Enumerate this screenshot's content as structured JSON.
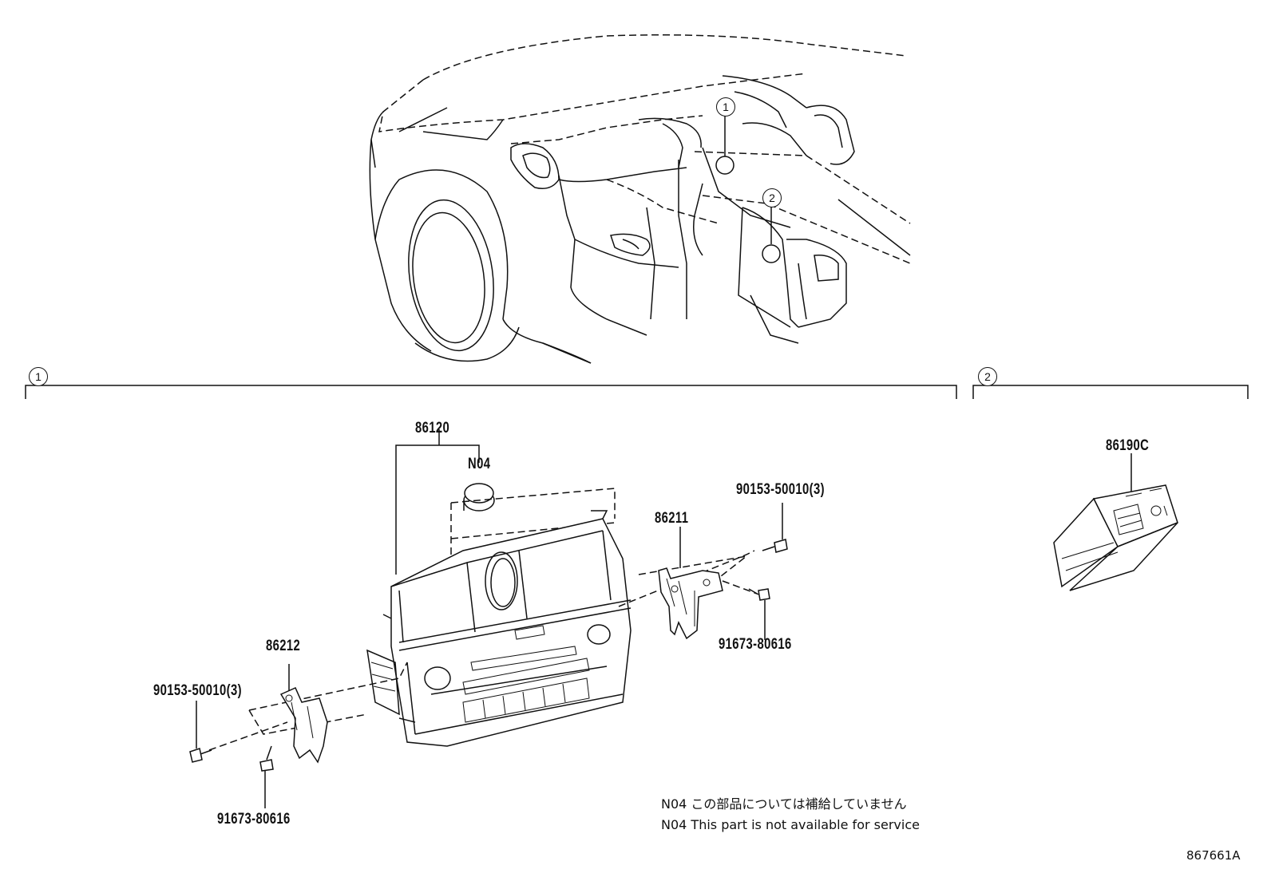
{
  "callouts": {
    "circle_1": "1",
    "circle_2": "2"
  },
  "section_markers": {
    "section_1": "1",
    "section_2": "2"
  },
  "parts": {
    "p86120": "86120",
    "n04": "N04",
    "p86211": "86211",
    "p90153_right": "90153-50010(3)",
    "p91673_right": "91673-80616",
    "p86212": "86212",
    "p90153_left": "90153-50010(3)",
    "p91673_left": "91673-80616",
    "p86190c": "86190C"
  },
  "notes": {
    "note_jp": "N04 この部品については補給していません",
    "note_en": "N04 This part is not available for service"
  },
  "diagram_id": "867661A"
}
